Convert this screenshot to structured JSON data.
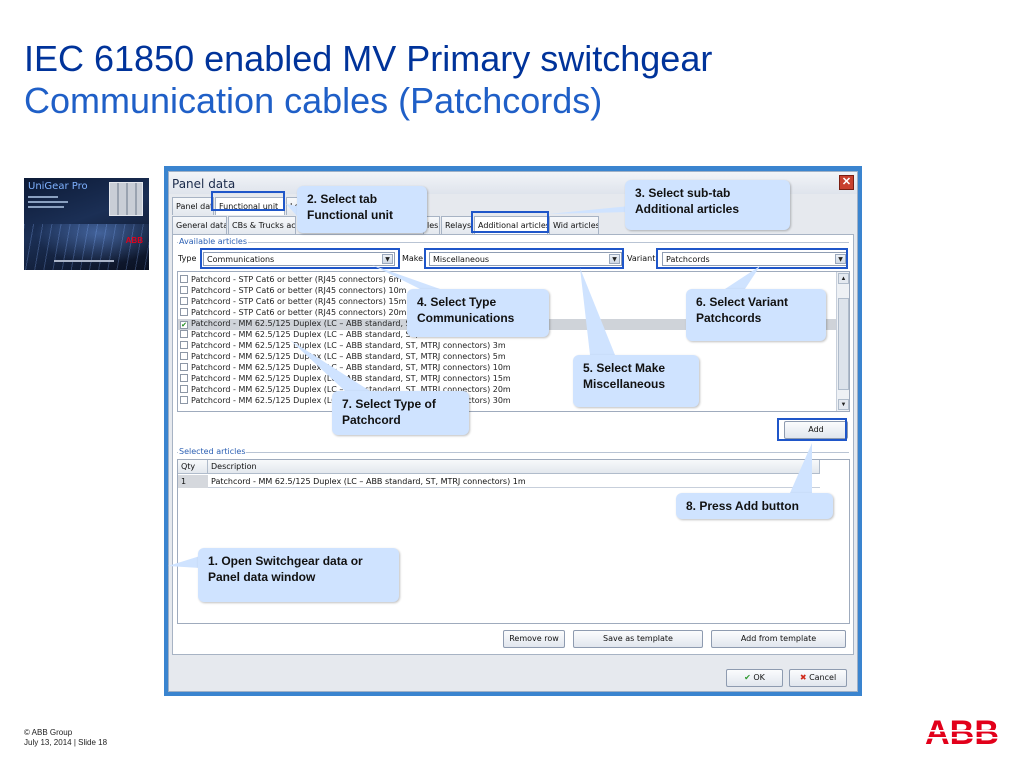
{
  "slide": {
    "title_line1": "IEC 61850 enabled MV Primary switchgear",
    "title_line2": "Communication cables (Patchcords)",
    "footer_copyright": "© ABB Group",
    "footer_date": "July 13, 2014 | Slide 18",
    "logo_text": "ABB",
    "colors": {
      "title_dark": "#00339a",
      "title_light": "#1f5fc7",
      "abb_red": "#e2001a",
      "callout_bg": "#cfe3ff",
      "highlight": "#1f56c9"
    }
  },
  "thumbnail": {
    "title": "UniGear Pro"
  },
  "dialog": {
    "title": "Panel data",
    "main_tabs": [
      "Panel data",
      "Functional unit",
      "Loc"
    ],
    "sub_tabs": [
      "General data",
      "CBs & Trucks acc",
      "les",
      "Relays",
      "Additional articles",
      "Wid articles"
    ],
    "available_label": "Available articles",
    "type_label": "Type",
    "type_value": "Communications",
    "make_label": "Make",
    "make_value": "Miscellaneous",
    "variant_label": "Variant",
    "variant_value": "Patchcords",
    "articles": [
      "Patchcord - STP Cat6 or better (RJ45 connectors) 6m",
      "Patchcord - STP Cat6 or better (RJ45 connectors) 10m",
      "Patchcord - STP Cat6 or better (RJ45 connectors) 15m",
      "Patchcord - STP Cat6 or better (RJ45 connectors) 20m",
      "Patchcord - MM 62.5/125 Duplex (LC – ABB standard, ST, M",
      "Patchcord - MM 62.5/125 Duplex (LC – ABB standard, ST, M",
      "Patchcord - MM 62.5/125 Duplex (LC – ABB standard, ST, MTRJ connectors) 3m",
      "Patchcord - MM 62.5/125 Duplex (LC – ABB standard, ST, MTRJ connectors) 5m",
      "Patchcord - MM 62.5/125 Duplex (LC – ABB standard, ST, MTRJ connectors) 10m",
      "Patchcord - MM 62.5/125 Duplex (LC – ABB standard, ST, MTRJ connectors) 15m",
      "Patchcord - MM 62.5/125 Duplex (LC – ABB standard, ST, MTRJ connectors) 20m",
      "Patchcord - MM 62.5/125 Duplex (LC – ABB standard, ST, MTRJ connectors) 30m"
    ],
    "checked_article_index": 4,
    "add_label": "Add",
    "selected_label": "Selected articles",
    "col_qty": "Qty",
    "col_desc": "Description",
    "selected_rows": [
      {
        "qty": "1",
        "desc": "Patchcord - MM 62.5/125 Duplex (LC – ABB standard, ST, MTRJ connectors) 1m"
      }
    ],
    "remove_row_label": "Remove row",
    "save_template_label": "Save as template",
    "add_template_label": "Add from template",
    "ok_label": "OK",
    "cancel_label": "Cancel"
  },
  "callouts": {
    "c1": "1. Open Switchgear data or Panel data window",
    "c2": "2. Select tab Functional unit",
    "c3": "3. Select sub-tab Additional articles",
    "c4": "4. Select Type Communications",
    "c5": "5. Select Make Miscellaneous",
    "c6": "6. Select Variant Patchcords",
    "c7": "7. Select Type of Patchcord",
    "c8": "8. Press Add button"
  }
}
